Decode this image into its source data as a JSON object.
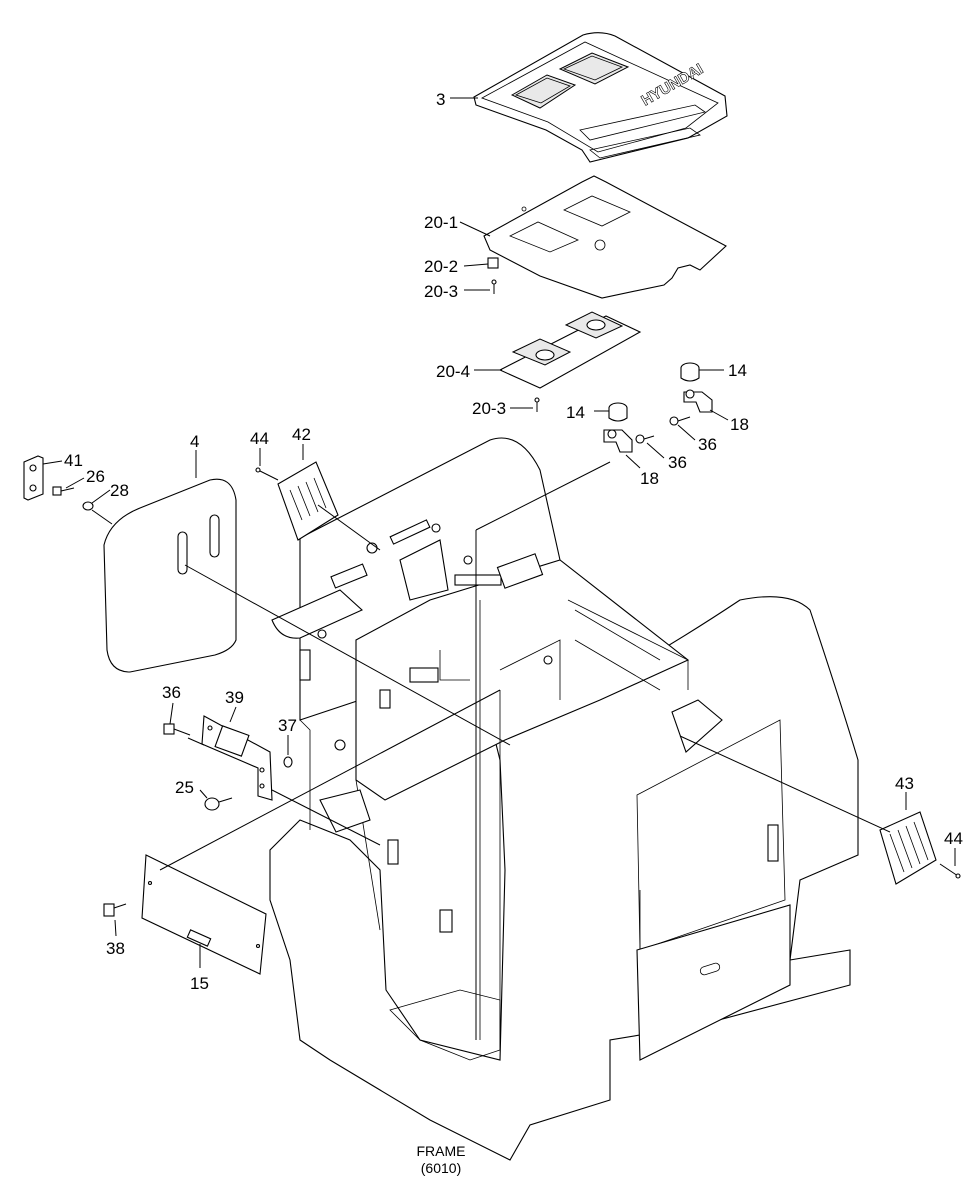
{
  "labels": {
    "p3": "3",
    "p20_1": "20-1",
    "p20_2": "20-2",
    "p20_3a": "20-3",
    "p20_4": "20-4",
    "p20_3b": "20-3",
    "p14a": "14",
    "p14b": "14",
    "p18a": "18",
    "p18b": "18",
    "p36a": "36",
    "p36b": "36",
    "p36c": "36",
    "p41": "41",
    "p26": "26",
    "p28": "28",
    "p4": "4",
    "p44a": "44",
    "p42": "42",
    "p39": "39",
    "p37": "37",
    "p25": "25",
    "p38": "38",
    "p15": "15",
    "p43": "43",
    "p44b": "44"
  },
  "cover_text": "HYUNDAI",
  "frame_caption": {
    "line1": "FRAME",
    "line2": "(6010)"
  }
}
